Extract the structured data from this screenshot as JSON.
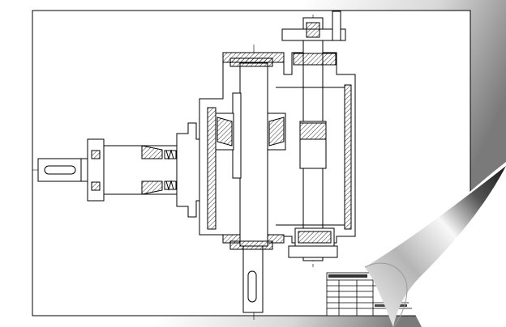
{
  "drawing": {
    "subject": "gearbox-assembly-section",
    "sheet_background": "#ffffff",
    "line_color": "#000000",
    "hatch_color": "#000000",
    "page_curl": {
      "shade_light": "#f4f4f4",
      "shade_dark": "#1a1a1a"
    }
  },
  "title_block": {
    "lines_hint": "stamp",
    "rows": 9,
    "columns": 4
  }
}
